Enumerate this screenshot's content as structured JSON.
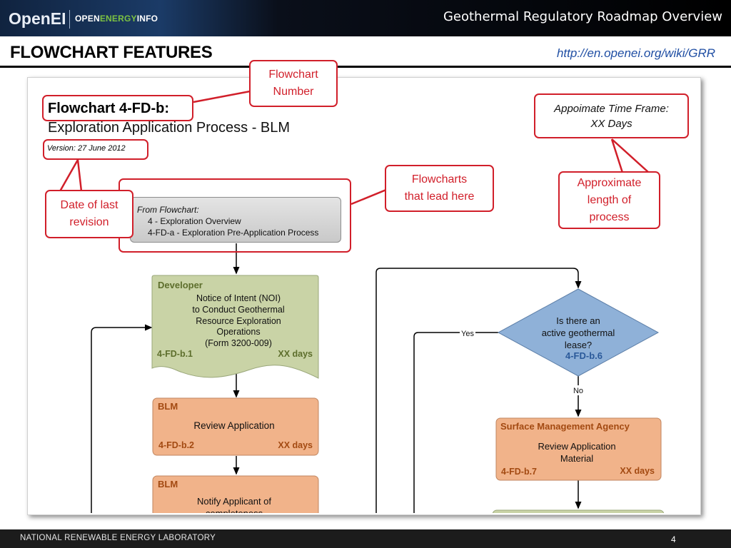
{
  "header": {
    "logo_main": "OpenEI",
    "logo_sub_1": "OPEN",
    "logo_sub_2": "ENERGY",
    "logo_sub_3": "INFO",
    "title": "Geothermal Regulatory Roadmap Overview"
  },
  "slide": {
    "section_title": "FLOWCHART FEATURES",
    "url": "http://en.openei.org/wiki/GRR"
  },
  "flowchart": {
    "title": "Flowchart 4-FD-b:",
    "subtitle": "Exploration Application Process - BLM",
    "version": "Version: 27 June 2012",
    "timeframe_line1": "Appoimate Time Frame:",
    "timeframe_line2": "XX Days",
    "from_label": "From Flowchart:",
    "from_items": [
      "4 - Exploration Overview",
      "4-FD-a - Exploration Pre-Application Process"
    ],
    "developer_box": {
      "role": "Developer",
      "lines": [
        "Notice of Intent (NOI)",
        "to Conduct Geothermal",
        "Resource Exploration",
        "Operations",
        "(Form 3200-009)"
      ],
      "id": "4-FD-b.1",
      "days": "XX days"
    },
    "review_box": {
      "role": "BLM",
      "text": "Review Application",
      "id": "4-FD-b.2",
      "days": "XX days"
    },
    "notify_box": {
      "role": "BLM",
      "lines": [
        "Notify Applicant of",
        "completeness"
      ]
    },
    "decision": {
      "lines": [
        "Is there an",
        "active geothermal",
        "lease?"
      ],
      "id": "4-FD-b.6",
      "yes_label": "Yes",
      "no_label": "No"
    },
    "sma_box": {
      "role": "Surface Management Agency",
      "lines": [
        "Review Application",
        "Material"
      ],
      "id": "4-FD-b.7",
      "days": "XX days"
    }
  },
  "callouts": {
    "flowchart_number": [
      "Flowchart",
      "Number"
    ],
    "date_revision": [
      "Date of last",
      "revision"
    ],
    "lead_here": [
      "Flowcharts",
      "that lead here"
    ],
    "approx_length": [
      "Approximate",
      "length of",
      "process"
    ]
  },
  "colors": {
    "callout_red": "#d11f2a",
    "developer_green": "#c9d3a6",
    "blm_orange": "#f1b38a",
    "decision_blue": "#8fb1d8",
    "url_blue": "#1f4ea3"
  },
  "footer": {
    "org": "NATIONAL RENEWABLE ENERGY LABORATORY",
    "page": "4"
  }
}
